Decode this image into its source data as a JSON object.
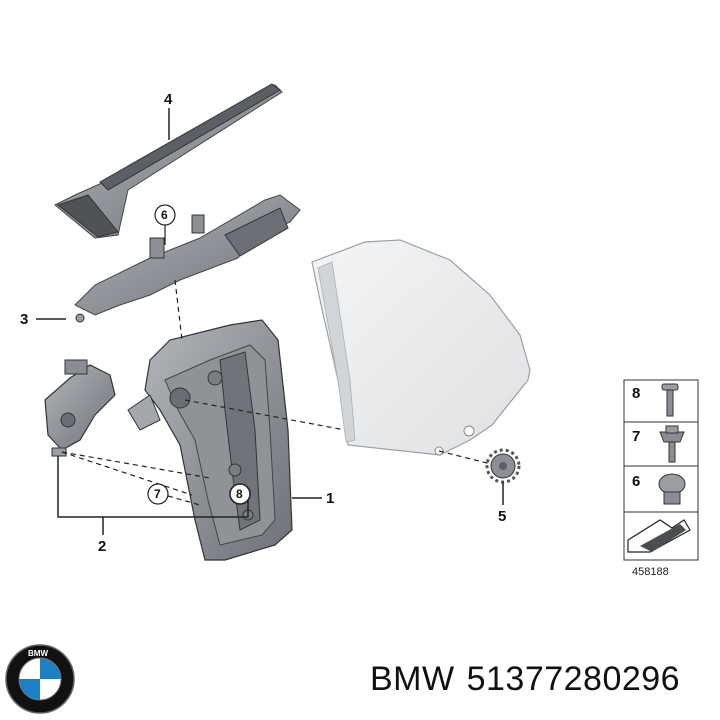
{
  "diagram": {
    "callouts": {
      "part_1": "1",
      "part_2": "2",
      "part_3": "3",
      "part_4": "4",
      "part_5": "5",
      "part_6": "6",
      "part_7": "7",
      "part_8": "8"
    },
    "legend": {
      "items": [
        "8",
        "7",
        "6"
      ],
      "diagram_id": "458188"
    }
  },
  "footer": {
    "brand": "BMW",
    "part_number": "51377280296",
    "logo": "bmw-roundel-logo"
  },
  "colors": {
    "part_gray": "#8a8e94",
    "part_dark": "#5c6066",
    "glass": "#e9ebed",
    "logo_blue": "#1d7fc4"
  }
}
